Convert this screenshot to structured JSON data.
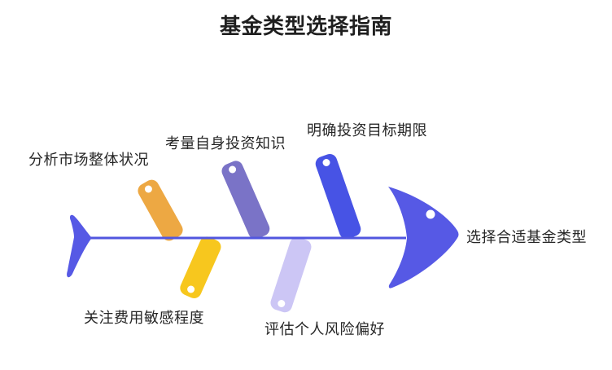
{
  "title": "基金类型选择指南",
  "colors": {
    "background": "#ffffff",
    "spine": "#5156df",
    "fish": "#5659e5",
    "text": "#262626",
    "title_text": "#1f1f1f",
    "marker_dot": "#ffffff"
  },
  "head": {
    "label": "选择合适基金类型"
  },
  "branches": [
    {
      "label": "分析市场整体状况",
      "side": "top",
      "color": "#eda843"
    },
    {
      "label": "考量自身投资知识",
      "side": "top",
      "color": "#7a73c7"
    },
    {
      "label": "明确投资目标期限",
      "side": "top",
      "color": "#4753e5"
    },
    {
      "label": "关注费用敏感程度",
      "side": "bottom",
      "color": "#f7c71e"
    },
    {
      "label": "评估个人风险偏好",
      "side": "bottom",
      "color": "#ccc6f5"
    }
  ]
}
